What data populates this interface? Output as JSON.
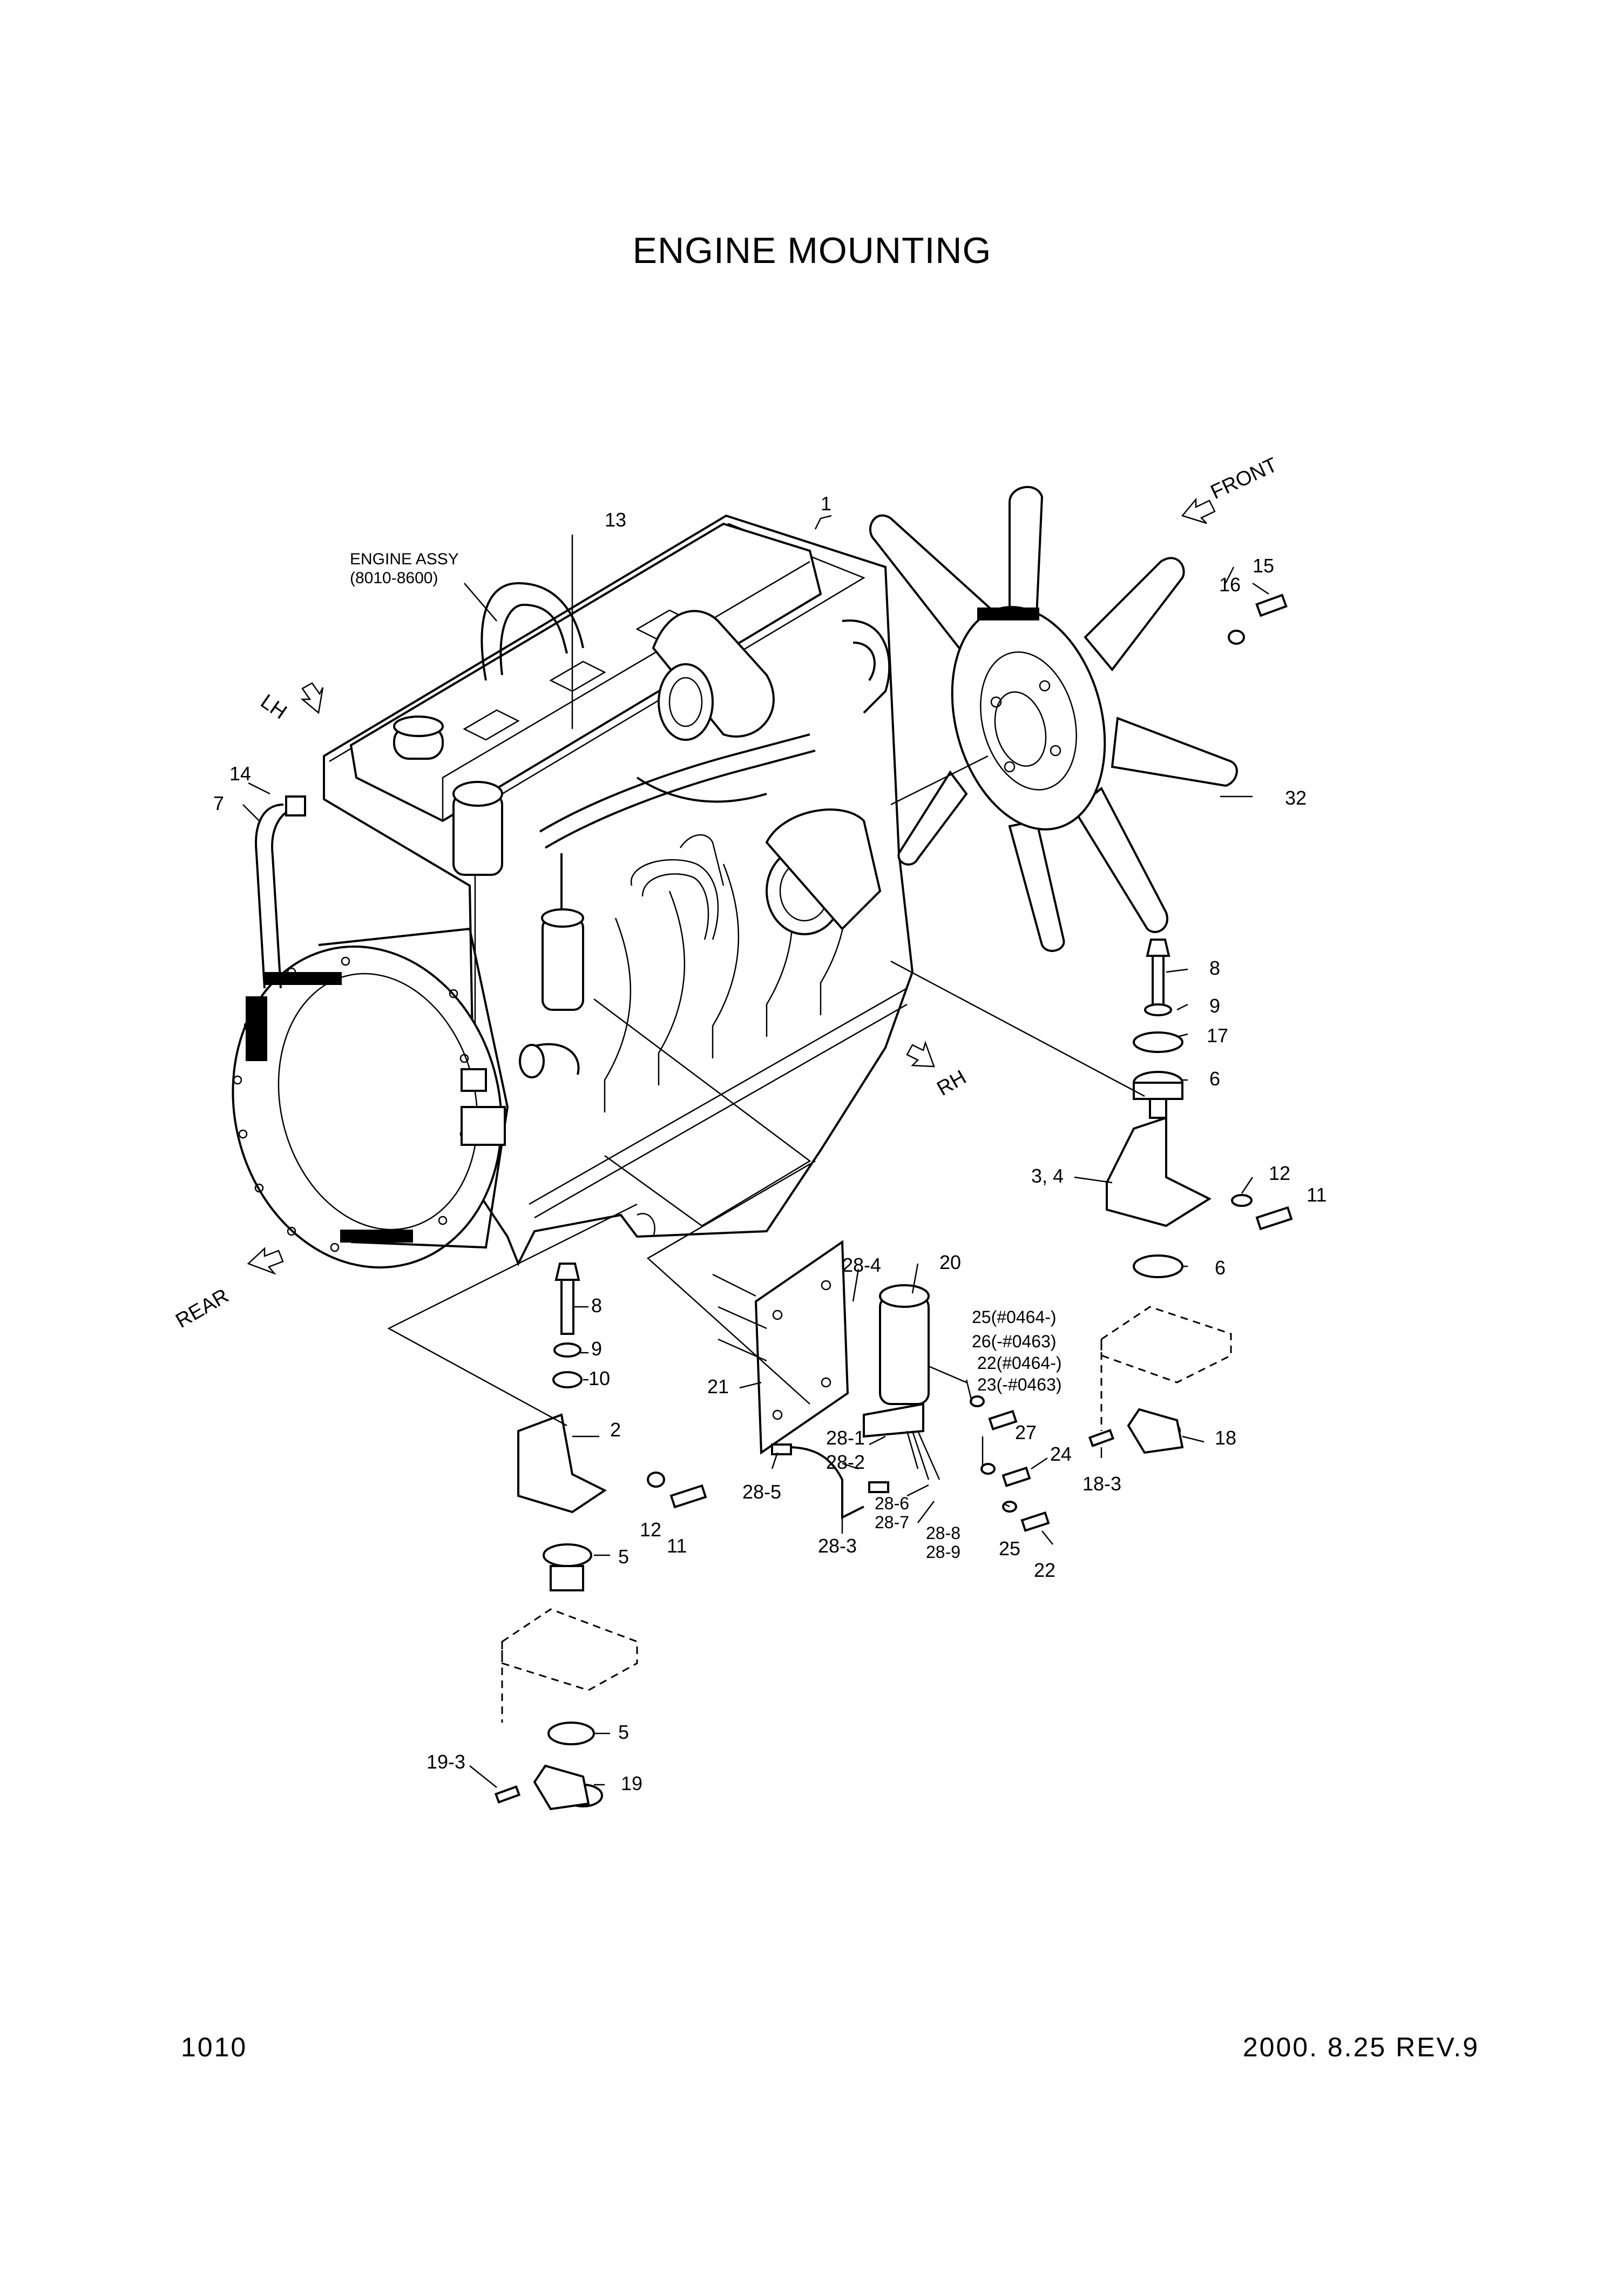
{
  "title": "ENGINE MOUNTING",
  "footer": {
    "page": "1010",
    "revision": "2000. 8.25 REV.9"
  },
  "engine_assy": {
    "line1": "ENGINE ASSY",
    "line2": "(8010-8600)"
  },
  "directions": {
    "front": "FRONT",
    "lh": "LH",
    "rh": "RH",
    "rear": "REAR"
  },
  "callouts": [
    "1",
    "13",
    "15",
    "16",
    "32",
    "14",
    "7",
    "8",
    "9",
    "17",
    "6",
    "3, 4",
    "12",
    "11",
    "6",
    "18",
    "18-3",
    "20",
    "28-4",
    "25(#0464-)",
    "26(-#0463)",
    "22(#0464-)",
    "23(-#0463)",
    "21",
    "27",
    "28-1",
    "28-2",
    "24",
    "28-5",
    "28-6",
    "28-7",
    "28-8",
    "28-9",
    "25",
    "22",
    "28-3",
    "8",
    "9",
    "10",
    "2",
    "12",
    "11",
    "5",
    "5",
    "19-3",
    "19"
  ]
}
